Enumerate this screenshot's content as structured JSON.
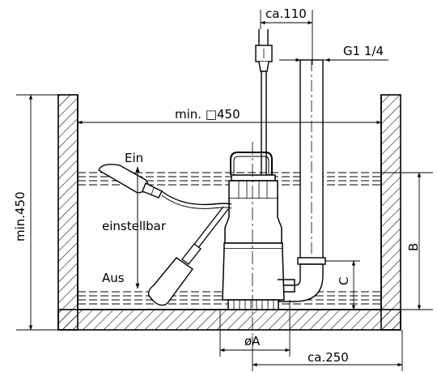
{
  "dimensions": {
    "width_top": "ca.110",
    "pipe_thread": "G1 1/4",
    "min_basin": "min. □450",
    "min_height": "min.450",
    "diameter": "øA",
    "width_bottom": "ca.250",
    "dim_b": "B",
    "dim_c": "C"
  },
  "float_switch": {
    "on_label": "Ein",
    "adjustable_label": "einstellbar",
    "off_label": "Aus"
  }
}
